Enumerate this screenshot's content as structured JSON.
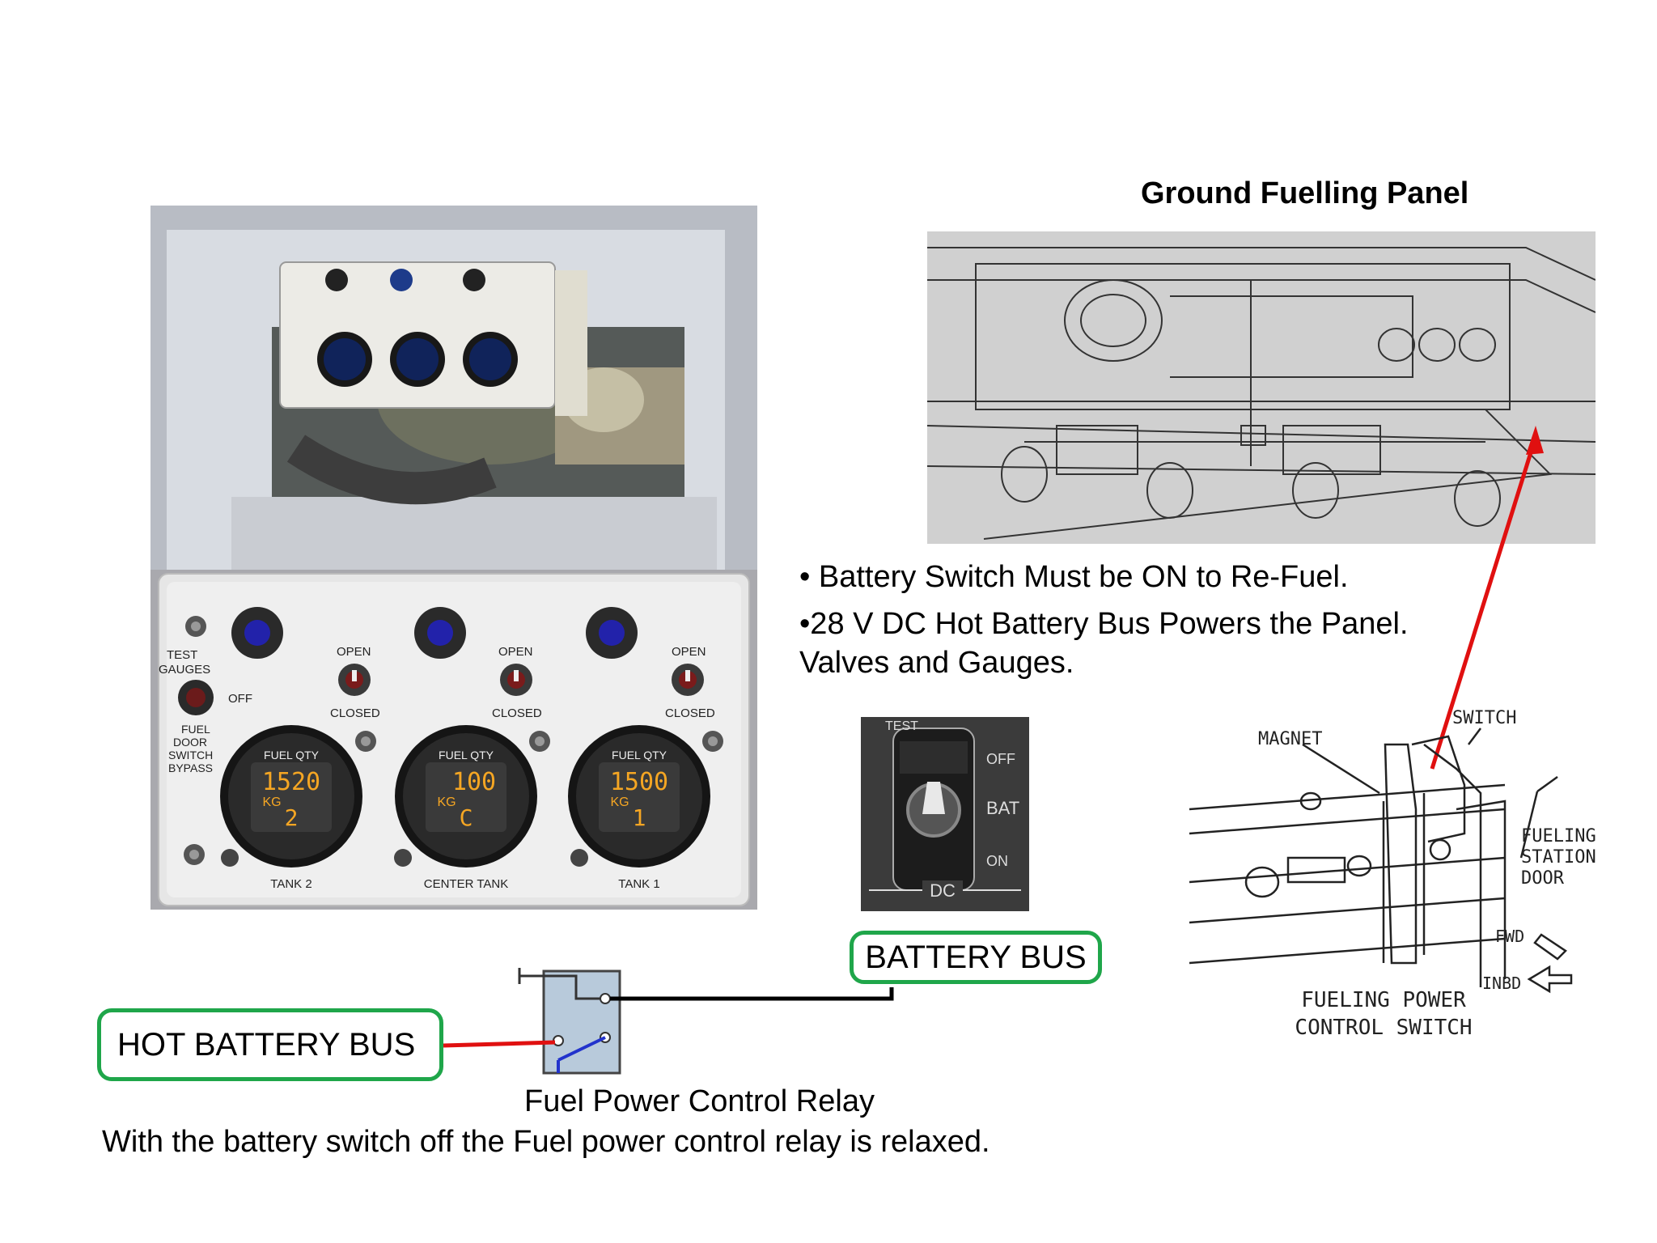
{
  "ground_panel": {
    "title": "Ground Fuelling Panel"
  },
  "fuel_panel": {
    "test_gauges_label": "TEST GAUGES",
    "off_label": "OFF",
    "bypass_label": "FUEL DOOR SWITCH BYPASS",
    "open_label": "OPEN",
    "closed_label": "CLOSED",
    "gauges": [
      {
        "title": "FUEL QTY",
        "value": "1520",
        "unit": "KG",
        "id": "2",
        "name": "TANK 2"
      },
      {
        "title": "FUEL QTY",
        "value": "100",
        "unit": "KG",
        "id": "C",
        "name": "CENTER TANK"
      },
      {
        "title": "FUEL QTY",
        "value": "1500",
        "unit": "KG",
        "id": "1",
        "name": "TANK 1"
      }
    ]
  },
  "bullets": [
    "• Battery Switch Must be ON to Re-Fuel.",
    "•28 V DC Hot Battery Bus Powers the Panel.",
    "Valves and Gauges."
  ],
  "battery_switch": {
    "top_label": "TEST",
    "off": "OFF",
    "bat": "BAT",
    "on": "ON",
    "bottom_label": "DC"
  },
  "buses": {
    "battery_bus": "BATTERY BUS",
    "hot_battery_bus": "HOT BATTERY BUS"
  },
  "relay": {
    "name": "Fuel Power Control Relay",
    "note": "With the battery switch off the Fuel power control relay is relaxed."
  },
  "switch_diagram": {
    "magnet": "MAGNET",
    "switch": "SWITCH",
    "door_line1": "FUELING",
    "door_line2": "STATION",
    "door_line3": "DOOR",
    "fwd": "FWD",
    "inbd": "INBD",
    "caption_line1": "FUELING POWER",
    "caption_line2": "CONTROL SWITCH"
  },
  "colors": {
    "bus_border": "#1fa64a",
    "hot_wire": "#e01010",
    "bat_wire": "#000000",
    "relay_contact": "#2233cc",
    "gauge_digits": "#f5a623",
    "arrow": "#e01010"
  }
}
